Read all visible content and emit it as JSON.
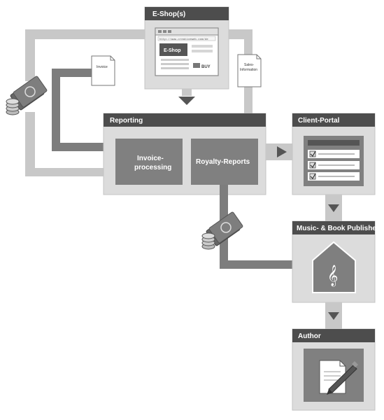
{
  "eshop": {
    "title": "E-Shop(s)",
    "url_text": "http://www.creativeweb.com/de",
    "logo": "E-Shop",
    "buy_label": "BUY"
  },
  "documents": {
    "invoice": "Invoice",
    "sales_info": [
      "Sales-",
      "Information"
    ]
  },
  "reporting": {
    "title": "Reporting",
    "invoice_processing": [
      "Invoice-",
      "processing"
    ],
    "royalty_reports": "Royalty-Reports"
  },
  "client_portal": {
    "title": "Client-Portal"
  },
  "publisher": {
    "title": "Music- & Book Publisher"
  },
  "author": {
    "title": "Author"
  },
  "icons": [
    "money-coins-icon",
    "document-icon",
    "browser-icon",
    "checklist-icon",
    "treble-clef-icon",
    "pen-paper-icon",
    "arrow-down-icon",
    "arrow-right-icon"
  ]
}
